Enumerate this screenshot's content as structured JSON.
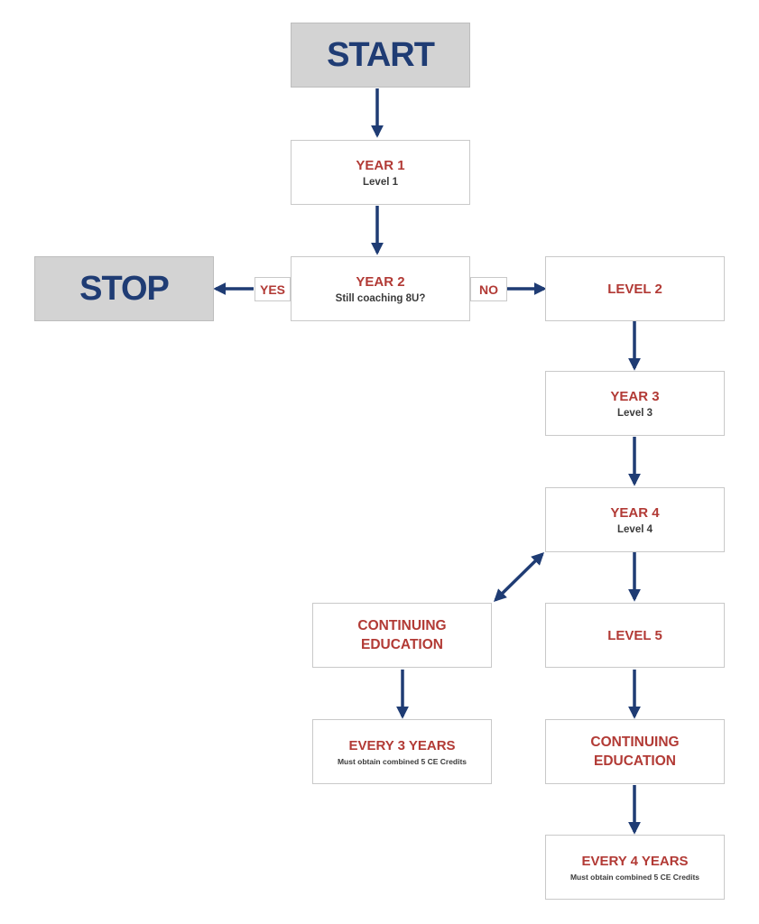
{
  "nodes": {
    "start": {
      "title": "START"
    },
    "year1": {
      "title": "YEAR 1",
      "sub": "Level 1"
    },
    "year2": {
      "title": "YEAR 2",
      "sub": "Still coaching 8U?"
    },
    "stop": {
      "title": "STOP"
    },
    "level2": {
      "title": "LEVEL 2"
    },
    "year3": {
      "title": "YEAR 3",
      "sub": "Level 3"
    },
    "year4": {
      "title": "YEAR 4",
      "sub": "Level 4"
    },
    "ce_left": {
      "line1": "CONTINUING",
      "line2": "EDUCATION"
    },
    "level5": {
      "title": "LEVEL 5"
    },
    "every3": {
      "title": "EVERY 3 YEARS",
      "note": "Must obtain combined 5 CE Credits"
    },
    "ce_right": {
      "line1": "CONTINUING",
      "line2": "EDUCATION"
    },
    "every4": {
      "title": "EVERY 4 YEARS",
      "note": "Must obtain combined 5 CE Credits"
    }
  },
  "edge_labels": {
    "yes": "YES",
    "no": "NO"
  },
  "colors": {
    "navy": "#1f3c74",
    "red": "#b23a35",
    "gray_box": "#d3d3d3"
  }
}
